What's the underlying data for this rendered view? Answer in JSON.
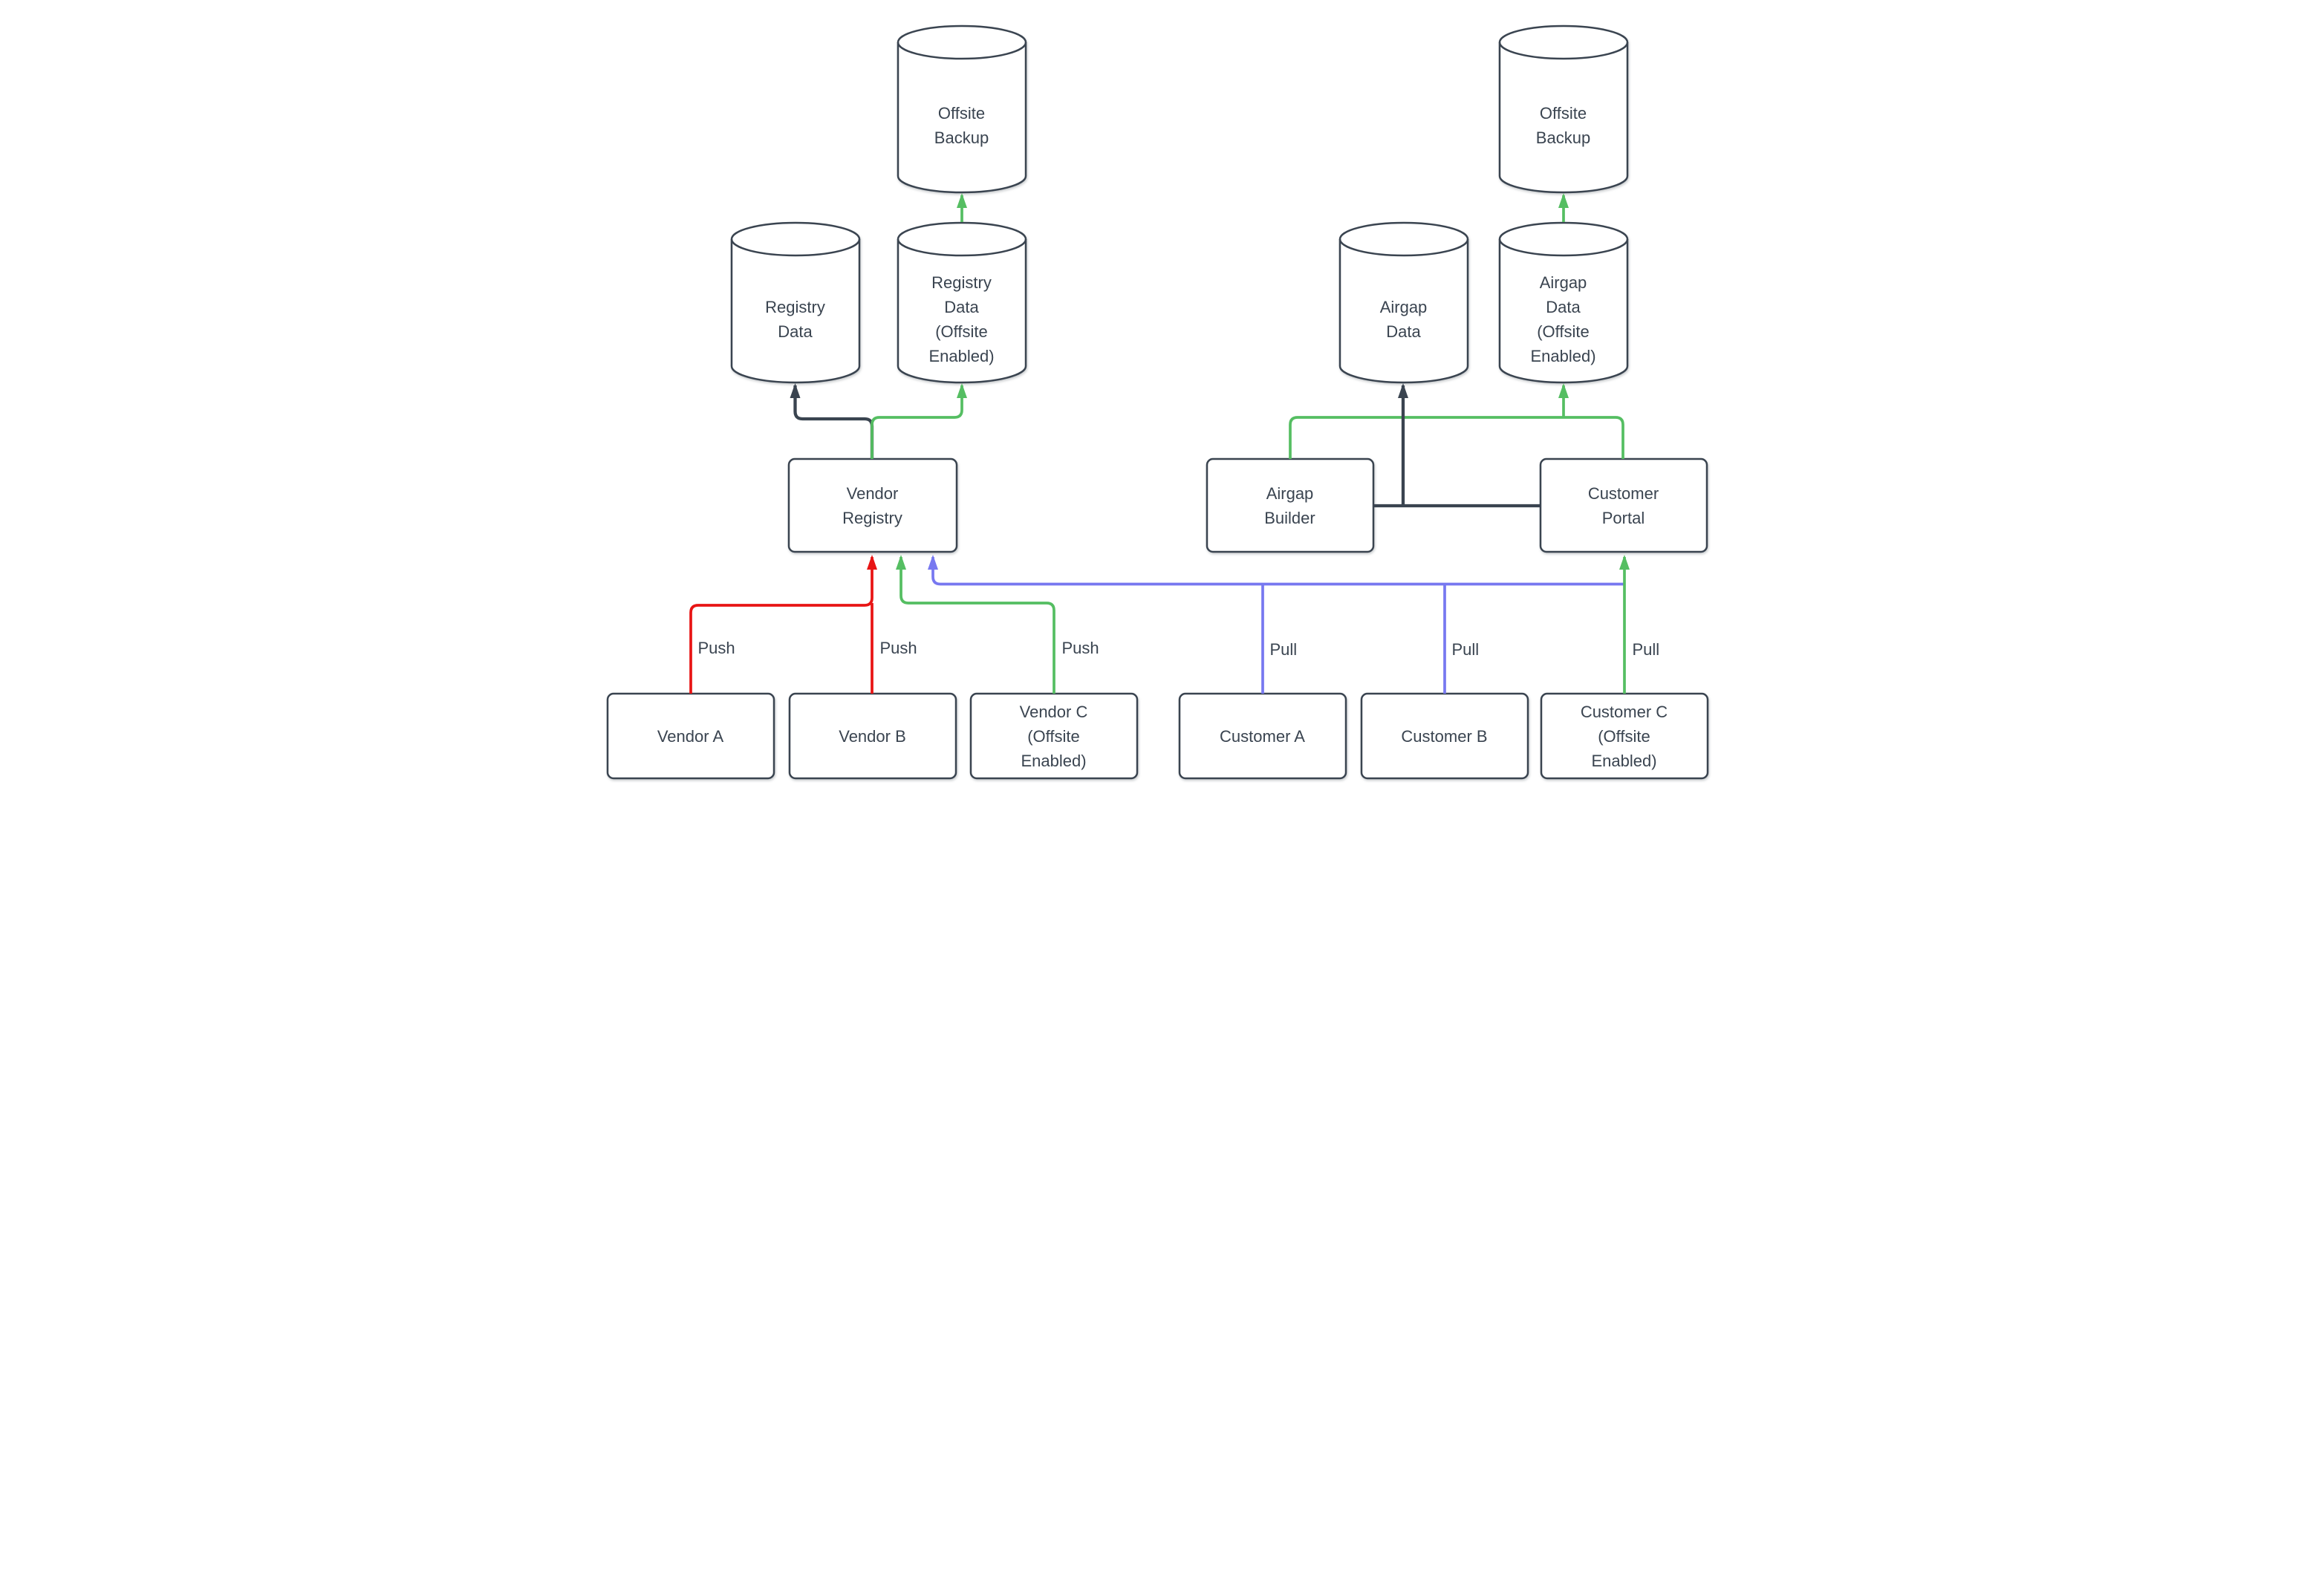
{
  "colors": {
    "ink": "#3A4450",
    "green": "#55BE62",
    "red": "#E81414",
    "blue": "#7778F0"
  },
  "nodes": {
    "offsite_backup_left": {
      "type": "cylinder",
      "lines": [
        "Offsite",
        "Backup"
      ]
    },
    "registry_data": {
      "type": "cylinder",
      "lines": [
        "Registry",
        "Data"
      ]
    },
    "registry_data_offsite": {
      "type": "cylinder",
      "lines": [
        "Registry",
        "Data",
        "(Offsite",
        "Enabled)"
      ]
    },
    "airgap_data": {
      "type": "cylinder",
      "lines": [
        "Airgap",
        "Data"
      ]
    },
    "airgap_data_offsite": {
      "type": "cylinder",
      "lines": [
        "Airgap",
        "Data",
        "(Offsite",
        "Enabled)"
      ]
    },
    "offsite_backup_right": {
      "type": "cylinder",
      "lines": [
        "Offsite",
        "Backup"
      ]
    },
    "vendor_registry": {
      "type": "box",
      "lines": [
        "Vendor",
        "Registry"
      ]
    },
    "airgap_builder": {
      "type": "box",
      "lines": [
        "Airgap",
        "Builder"
      ]
    },
    "customer_portal": {
      "type": "box",
      "lines": [
        "Customer",
        "Portal"
      ]
    },
    "vendor_a": {
      "type": "box",
      "lines": [
        "Vendor A"
      ]
    },
    "vendor_b": {
      "type": "box",
      "lines": [
        "Vendor B"
      ]
    },
    "vendor_c": {
      "type": "box",
      "lines": [
        "Vendor C",
        "(Offsite",
        "Enabled)"
      ]
    },
    "customer_a": {
      "type": "box",
      "lines": [
        "Customer A"
      ]
    },
    "customer_b": {
      "type": "box",
      "lines": [
        "Customer B"
      ]
    },
    "customer_c": {
      "type": "box",
      "lines": [
        "Customer C",
        "(Offsite",
        "Enabled)"
      ]
    }
  },
  "edge_labels": {
    "push": "Push",
    "pull": "Pull"
  }
}
